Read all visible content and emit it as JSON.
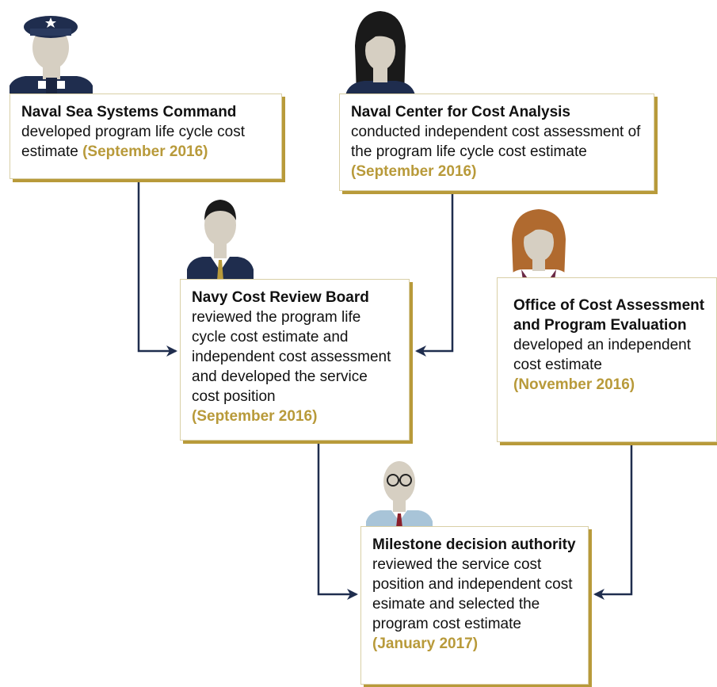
{
  "colors": {
    "connector": "#1f2d4e",
    "date_gold": "#b89a3a",
    "box_border": "#d9cfa6",
    "shadow": "#b89a3a"
  },
  "boxes": {
    "navsea": {
      "title": "Naval Sea Systems Command",
      "body": "developed program life cycle cost estimate ",
      "date": "(September 2016)"
    },
    "ncca": {
      "title": "Naval Center for Cost Analysis",
      "body": "conducted independent cost assessment of the program life cycle cost estimate ",
      "date": "(September 2016)"
    },
    "ncrb": {
      "title": "Navy Cost Review Board",
      "body": "reviewed the program life cycle cost estimate and independent cost assessment and developed the service cost position",
      "date": "(September 2016)"
    },
    "cape": {
      "title": "Office of Cost Assessment and Program Evaluation",
      "body": "developed an independent cost estimate",
      "date": "(November 2016)"
    },
    "mda": {
      "title": "Milestone decision authority",
      "body": " reviewed the service cost position and independent cost esimate and selected the program cost estimate",
      "date": "(January 2017)"
    }
  },
  "icons": [
    "naval-officer-icon",
    "woman-dark-hair-icon",
    "businessman-icon",
    "woman-red-hair-icon",
    "elderly-man-glasses-icon"
  ]
}
